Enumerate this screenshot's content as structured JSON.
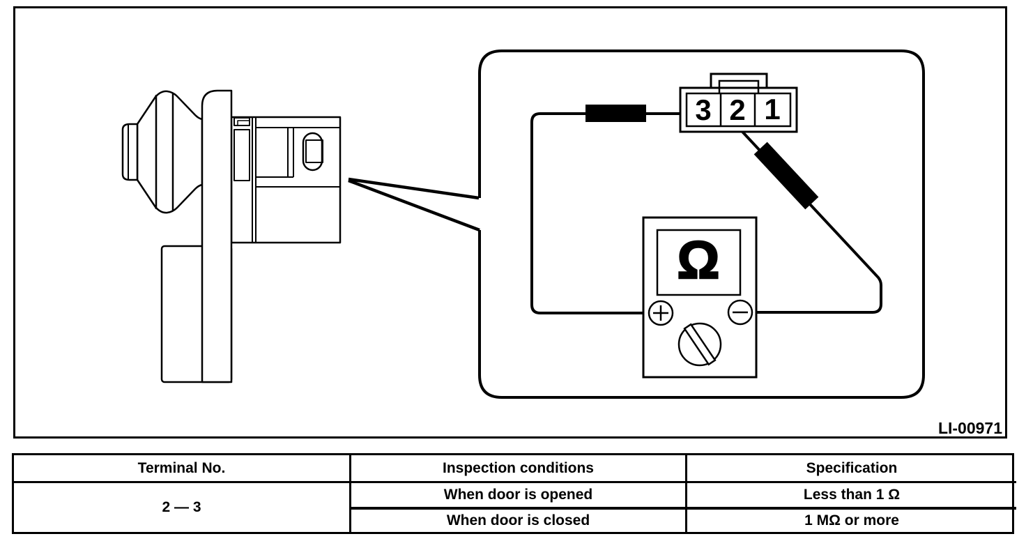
{
  "figure": {
    "code": "LI-00971",
    "type": "door-switch-continuity-inspection-diagram"
  },
  "connector": {
    "terminals": [
      "3",
      "2",
      "1"
    ]
  },
  "meter": {
    "ohm_symbol": "Ω"
  },
  "table": {
    "headers": [
      "Terminal No.",
      "Inspection conditions",
      "Specification"
    ],
    "terminal_no": "2 — 3",
    "rows": [
      {
        "condition": "When door is opened",
        "specification": "Less than 1 Ω"
      },
      {
        "condition": "When door is closed",
        "specification": "1 MΩ or more"
      }
    ]
  },
  "colors": {
    "line": "#000000",
    "background": "#ffffff"
  }
}
